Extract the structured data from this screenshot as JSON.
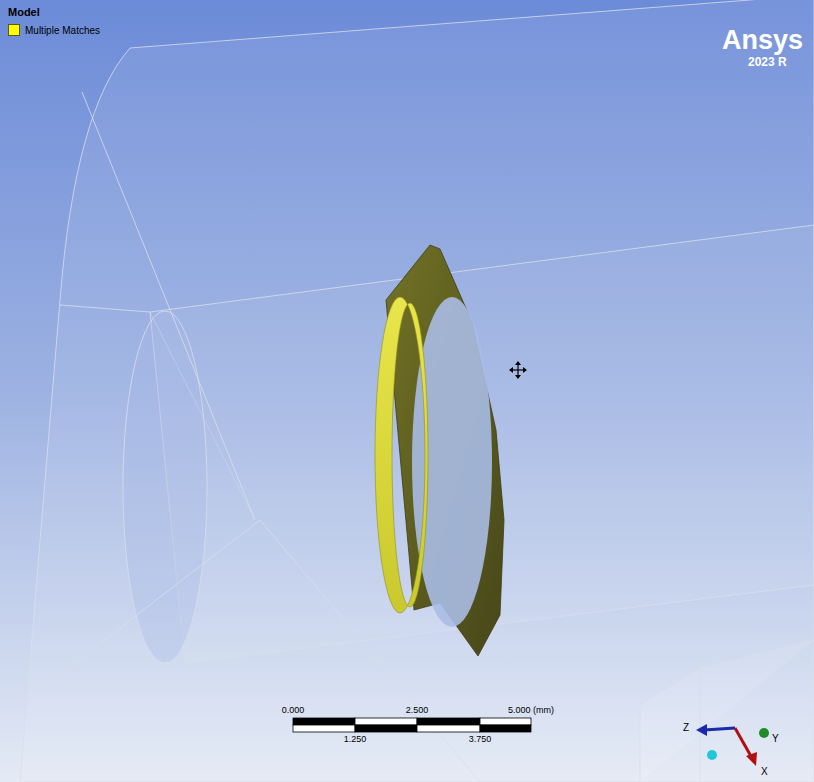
{
  "diagram": {
    "title": "Model",
    "labels": [
      "Ansys",
      "2023 R",
      "0.000",
      "2.500",
      "5.000 (mm)",
      "1.250",
      "3.750",
      "Z",
      "Y",
      "X"
    ],
    "legend": [
      {
        "text": "Multiple Matches",
        "color": "#ffff00"
      }
    ]
  }
}
